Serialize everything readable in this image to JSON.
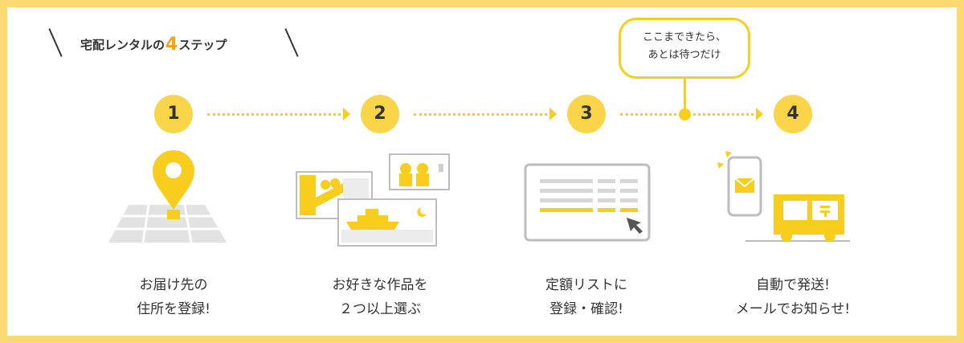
{
  "header": {
    "title_pre": "宅配レンタルの",
    "title_num": "4",
    "title_post": "ステップ"
  },
  "bubble": {
    "line1": "ここまできたら、",
    "line2": "あとは待つだけ"
  },
  "steps": [
    {
      "num": "1",
      "line1": "お届け先の",
      "line2": "住所を登録!"
    },
    {
      "num": "2",
      "line1": "お好きな作品を",
      "line2": "２つ以上選ぶ"
    },
    {
      "num": "3",
      "line1": "定額リストに",
      "line2": "登録・確認!"
    },
    {
      "num": "4",
      "line1": "自動で発送!",
      "line2": "メールでお知らせ!"
    }
  ],
  "colors": {
    "frame": "#fcd872",
    "accent": "#f8cd1e",
    "circle": "#fad54a",
    "title_number": "#f2a51a"
  }
}
